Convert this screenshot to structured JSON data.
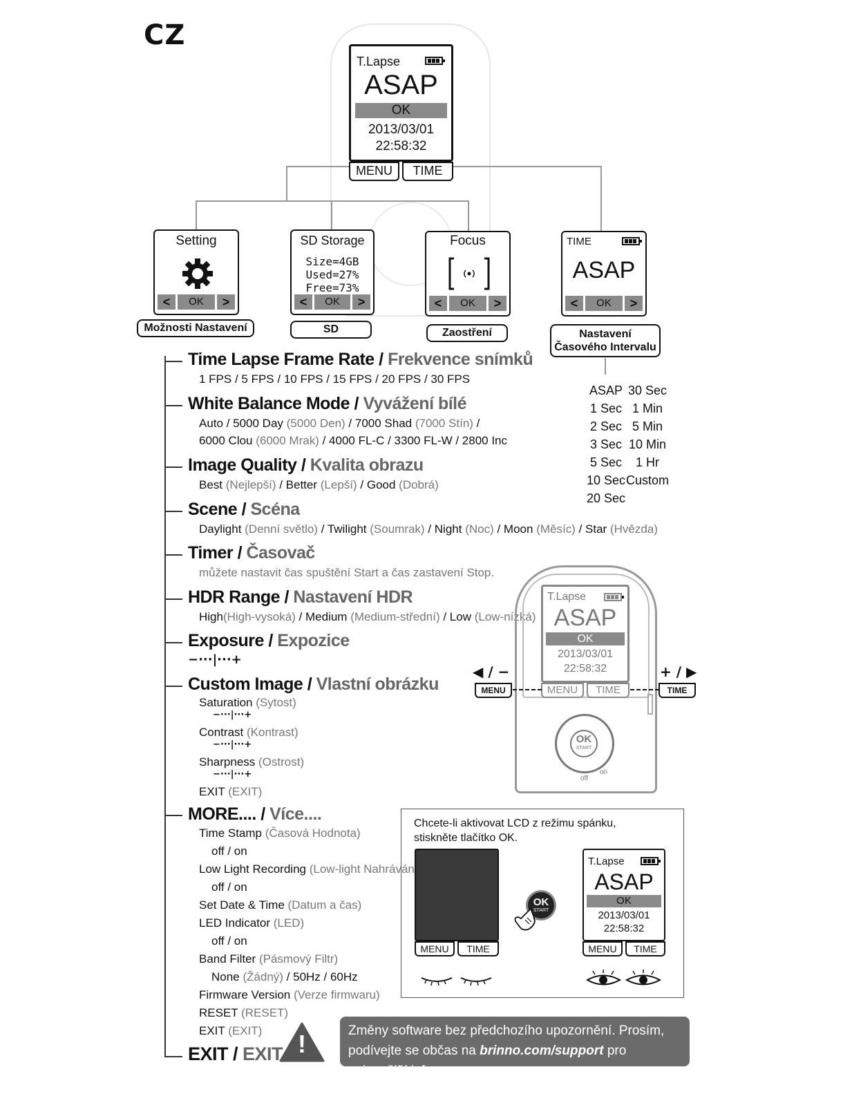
{
  "lang": "CZ",
  "main_screen": {
    "mode": "T.Lapse",
    "value": "ASAP",
    "ok": "OK",
    "date": "2013/03/01",
    "time": "22:58:32",
    "menu": "MENU",
    "time_btn": "TIME"
  },
  "submenus": [
    {
      "title": "Setting",
      "label": "Možnosti Nastavení"
    },
    {
      "title": "SD Storage",
      "size": "Size=4GB",
      "used": "Used=27%",
      "free": "Free=73%",
      "label": "SD"
    },
    {
      "title": "Focus",
      "label": "Zaostření"
    },
    {
      "title": "TIME",
      "value": "ASAP",
      "label1": "Nastavení",
      "label2": "Časového Intervalu"
    }
  ],
  "nav": {
    "left": "<",
    "ok": "OK",
    "right": ">"
  },
  "intervals_left": [
    "ASAP",
    "1 Sec",
    "2 Sec",
    "3 Sec",
    "5 Sec",
    "10 Sec",
    "20 Sec"
  ],
  "intervals_right": [
    "30 Sec",
    "1 Min",
    "5 Min",
    "10 Min",
    "1 Hr",
    "Custom"
  ],
  "items": {
    "frame_rate": {
      "en": "Time Lapse Frame Rate / ",
      "cz": "Frekvence snímků",
      "opts": "1 FPS / 5 FPS / 10 FPS / 15 FPS / 20 FPS / 30 FPS"
    },
    "wb": {
      "en": "White Balance Mode / ",
      "cz": "Vyvážení bílé",
      "l1a": "Auto / 5000 Day ",
      "l1b": "(5000 Den)",
      "l1c": " /  7000 Shad ",
      "l1d": "(7000 Stín)",
      "l1e": " /",
      "l2a": "6000 Clou ",
      "l2b": "(6000 Mrak)",
      "l2c": " / 4000 FL-C /  3300 FL-W /  2800 Inc"
    },
    "quality": {
      "en": "Image Quality / ",
      "cz": "Kvalita obrazu",
      "a": "Best ",
      "b": "(Nejlepší)",
      "c": " / Better ",
      "d": "(Lepší)",
      "e": " / Good ",
      "f": "(Dobrá)"
    },
    "scene": {
      "en": "Scene / ",
      "cz": "Scéna",
      "a": "Daylight ",
      "b": "(Denní světlo)",
      "c": " / Twilight ",
      "d": "(Soumrak)",
      "e": " / Night ",
      "f": "(Noc)",
      "g": " / Moon ",
      "h": "(Měsíc)",
      "i": " / Star ",
      "j": "(Hvězda)"
    },
    "timer": {
      "en": "Timer / ",
      "cz": "Časovač",
      "desc": "můžete nastavit čas spuštění Start a čas zastavení Stop."
    },
    "hdr": {
      "en": "HDR Range / ",
      "cz": "Nastavení HDR",
      "a": "High",
      "b": "(High-vysoká)",
      "c": " / Medium ",
      "d": "(Medium-střední)",
      "e": " / Low ",
      "f": "(Low-nízká)"
    },
    "exposure": {
      "en": "Exposure / ",
      "cz": "Expozice"
    },
    "custom": {
      "en": "Custom Image / ",
      "cz": "Vlastní obrázku",
      "sat": "Saturation ",
      "sat_cz": "(Sytost)",
      "con": "Contrast ",
      "con_cz": "(Kontrast)",
      "sha": "Sharpness ",
      "sha_cz": "(Ostrost)",
      "exit": "EXIT ",
      "exit_cz": "(EXIT)"
    },
    "more": {
      "en": "MORE.... / ",
      "cz": "Více....",
      "ts": "Time Stamp ",
      "ts_cz": "(Časová Hodnota)",
      "offon": "off / on",
      "ll": "Low Light Recording ",
      "ll_cz": "(Low-light Nahrávání)",
      "sdt": "Set Date & Time ",
      "sdt_cz": "(Datum a čas)",
      "led": "LED Indicator ",
      "led_cz": "(LED)",
      "band": "Band Filter ",
      "band_cz": "(Pásmový Filtr)",
      "band_a": "None ",
      "band_b": "(Žádný)",
      "band_c": " / 50Hz / 60Hz",
      "fw": "Firmware Version ",
      "fw_cz": "(Verze firmwaru)",
      "reset": "RESET ",
      "reset_cz": "(RESET)",
      "exit": "EXIT ",
      "exit_cz": "(EXIT)"
    },
    "exit": {
      "en": "EXIT / ",
      "cz": "EXIT"
    }
  },
  "slider": "−···|···+",
  "device": {
    "mode": "T.Lapse",
    "value": "ASAP",
    "ok": "OK",
    "date": "2013/03/01",
    "time": "22:58:32",
    "menu": "MENU",
    "time_btn": "TIME",
    "left_sym": "◀ ∕ −",
    "right_sym": "+ ∕ ▶",
    "ok_btn": "OK",
    "start": "START",
    "on": "on",
    "off": "off"
  },
  "wake_box": {
    "text": "Chcete-li aktivovat LCD z režimu spánku, stiskněte tlačítko OK.",
    "ok": "OK",
    "start": "START"
  },
  "notice": {
    "a": "Změny software bez předchozího upozornění. Prosím, podívejte se občas na ",
    "link": "brinno.com/support",
    "b": " pro nejnovější informace.",
    "icon": "!"
  },
  "colors": {
    "gray_text": "#777777",
    "notice_bg": "#6b6b6b",
    "screen_bar": "#8a8a8a"
  }
}
